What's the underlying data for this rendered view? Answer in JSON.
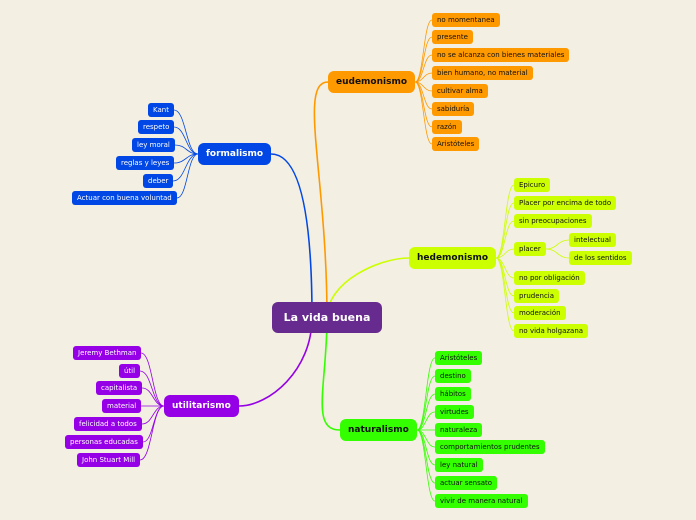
{
  "colors": {
    "background": "#f3efe2",
    "root": "#672a8e",
    "formalismo": "#0047e5",
    "eudemonismo": "#ff9900",
    "hedemonismo": "#ccff00",
    "naturalismo": "#33ff00",
    "utilitarismo": "#9500e6"
  },
  "map": {
    "root": {
      "label": "La vida buena"
    },
    "branches": [
      {
        "key": "formalismo",
        "label": "formalismo",
        "items": [
          {
            "label": "Kant"
          },
          {
            "label": "respeto"
          },
          {
            "label": "ley moral"
          },
          {
            "label": "reglas y leyes"
          },
          {
            "label": "deber"
          },
          {
            "label": "Actuar con buena voluntad"
          }
        ]
      },
      {
        "key": "eudemonismo",
        "label": "eudemonismo",
        "items": [
          {
            "label": "no momentanea"
          },
          {
            "label": "presente"
          },
          {
            "label": "no se alcanza con bienes materiales"
          },
          {
            "label": "bien humano, no material"
          },
          {
            "label": "cultivar alma"
          },
          {
            "label": "sabiduría"
          },
          {
            "label": "razón"
          },
          {
            "label": "Aristóteles"
          }
        ]
      },
      {
        "key": "hedemonismo",
        "label": "hedemonismo",
        "items": [
          {
            "label": "Epicuro"
          },
          {
            "label": "Placer por encima de todo"
          },
          {
            "label": "sin preocupaciones"
          },
          {
            "label": "placer",
            "children": [
              {
                "label": "intelectual"
              },
              {
                "label": "de los sentidos"
              }
            ]
          },
          {
            "label": "no por obligación"
          },
          {
            "label": "prudencia"
          },
          {
            "label": "moderación"
          },
          {
            "label": "no vida holgazana"
          }
        ]
      },
      {
        "key": "naturalismo",
        "label": "naturalismo",
        "items": [
          {
            "label": "Aristóteles"
          },
          {
            "label": "destino"
          },
          {
            "label": "hábitos"
          },
          {
            "label": "virtudes"
          },
          {
            "label": "naturaleza"
          },
          {
            "label": "comportamientos prudentes"
          },
          {
            "label": "ley natural"
          },
          {
            "label": "actuar sensato"
          },
          {
            "label": "vivir de manera natural"
          }
        ]
      },
      {
        "key": "utilitarismo",
        "label": "utilitarismo",
        "items": [
          {
            "label": "Jeremy Bethman"
          },
          {
            "label": "útil"
          },
          {
            "label": "capitalista"
          },
          {
            "label": "material"
          },
          {
            "label": "felicidad a todos"
          },
          {
            "label": "personas educadas"
          },
          {
            "label": "John Stuart Mill"
          }
        ]
      }
    ]
  }
}
